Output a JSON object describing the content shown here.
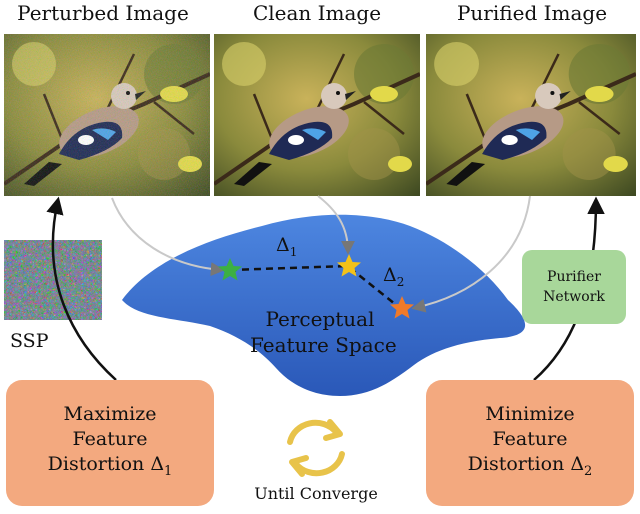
{
  "captions": {
    "perturbed": "Perturbed Image",
    "clean": "Clean Image",
    "purified": "Purified Image"
  },
  "labels": {
    "ssp": "SSP",
    "delta1": "Δ",
    "delta1_sub": "1",
    "delta2": "Δ",
    "delta2_sub": "2",
    "space_line1": "Perceptual",
    "space_line2": "Feature Space",
    "until": "Until Converge"
  },
  "boxes": {
    "left": {
      "line1": "Maximize",
      "line2": "Feature",
      "line3_text": "Distortion Δ",
      "line3_sub": "1"
    },
    "right": {
      "line1": "Minimize",
      "line2": "Feature",
      "line3_text": "Distortion Δ",
      "line3_sub": "2"
    },
    "purifier": {
      "line1": "Purifier",
      "line2": "Network"
    }
  },
  "colors": {
    "feature_space": "#3a6fd0",
    "orange_box": "#f3a97f",
    "green_box": "#a8d79a",
    "star_green": "#3cb043",
    "star_yellow": "#f3c21a",
    "star_orange": "#f07a2a",
    "cycle": "#f2d46b",
    "pointer_arrow": "#c9c9c9"
  },
  "icons": {
    "stars": [
      "star-icon-green",
      "star-icon-yellow",
      "star-icon-orange"
    ],
    "loop": "refresh-cycle-icon"
  }
}
